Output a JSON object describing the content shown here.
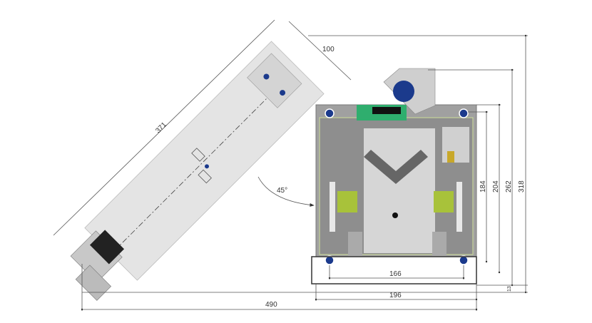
{
  "dimensions": {
    "arm_width": "100",
    "arm_length": "371",
    "angle": "45°",
    "height_184": "184",
    "height_204": "204",
    "height_262": "262",
    "height_318": "318",
    "offset_13": "13",
    "width_166": "166",
    "width_196": "196",
    "total_width": "490"
  },
  "colors": {
    "plate": "#e2e2e2",
    "frame": "#9a9a9a",
    "bolt": "#1b3a8c",
    "green": "#2fae6e",
    "yellow": "#a8c23a"
  }
}
